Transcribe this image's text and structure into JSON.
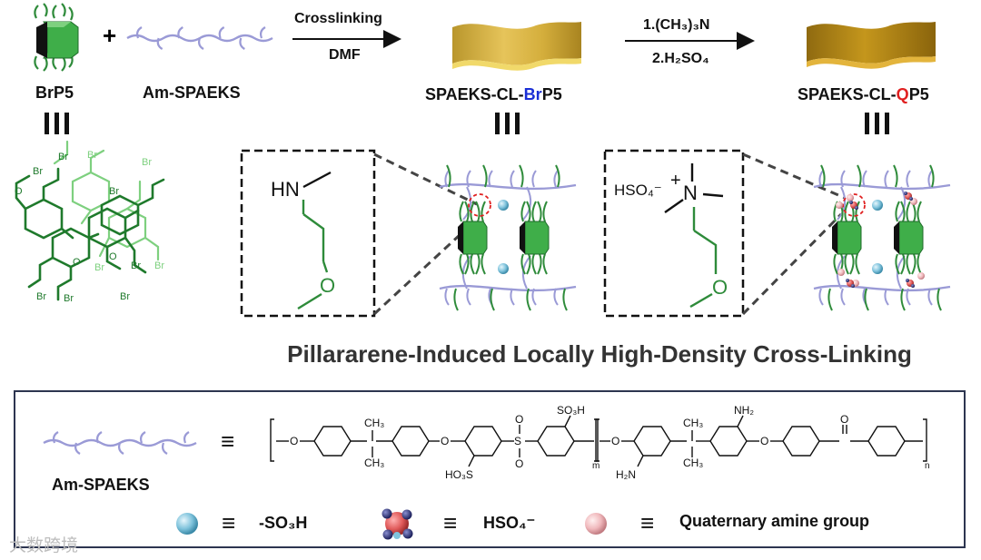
{
  "top": {
    "brp5": "BrP5",
    "plus": "+",
    "am_spaeks": "Am-SPAEKS",
    "step1_above": "Crosslinking",
    "step1_below": "DMF",
    "step2_above": "1.(CH₃)₃N",
    "step2_below": "2.H₂SO₄",
    "product1": [
      "SPAEKS-CL-",
      "Br",
      "P5"
    ],
    "product2": [
      "SPAEKS-CL-",
      "Q",
      "P5"
    ]
  },
  "caption": "Pillararene-Induced Locally High-Density Cross-Linking",
  "inset1": {
    "hn": "HN",
    "o": "O"
  },
  "inset2": {
    "anion": "HSO₄⁻",
    "plus": "+",
    "n": "N",
    "o": "O"
  },
  "brp5_structure": {
    "atom_label": "Br",
    "o_label": "O"
  },
  "legend": {
    "polymer_name": "Am-SPAEKS",
    "so3h_label": "-SO₃H",
    "hso4_label": "HSO₄⁻",
    "quat_label": "Quaternary amine group",
    "formula": {
      "ch3": "CH₃",
      "so3h": "SO₃H",
      "ho3s": "HO₃S",
      "nh2": "NH₂",
      "h2n": "H₂N",
      "o": "O",
      "s": "S",
      "m": "m",
      "n": "n"
    }
  },
  "watermark": "大数跨境",
  "colors": {
    "polymer": "#9a9ad6",
    "pillar_green": "#3fae49",
    "chain_green": "#2e8b3a",
    "film_gold": "#d9b43a",
    "film_dark_gold": "#b8860b",
    "sulfonic_blue": "#7fc3dc",
    "quat_pink": "#f0b8bc",
    "red_highlight": "#e02020",
    "blue_highlight": "#1a2fd6"
  }
}
